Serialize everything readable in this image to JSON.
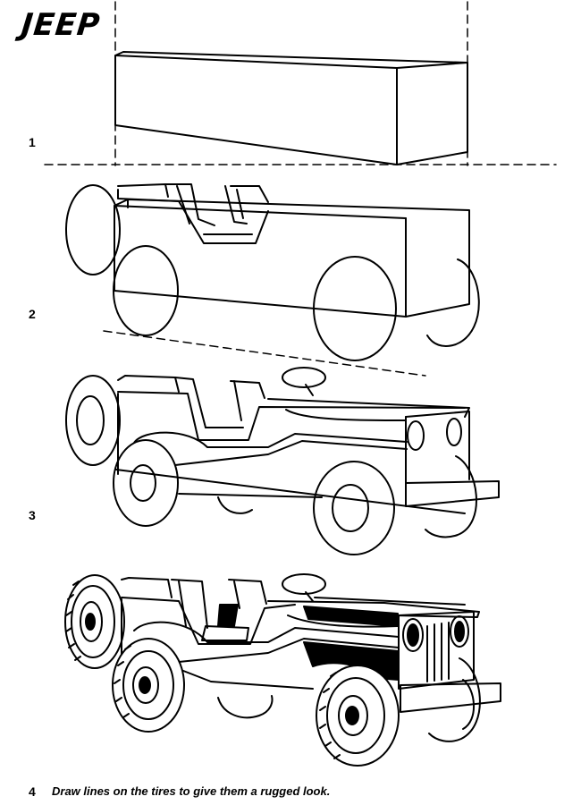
{
  "title": "JEEP",
  "steps": [
    {
      "number": "1"
    },
    {
      "number": "2"
    },
    {
      "number": "3"
    },
    {
      "number": "4",
      "caption": "Draw lines on the tires to give them a rugged look."
    }
  ]
}
